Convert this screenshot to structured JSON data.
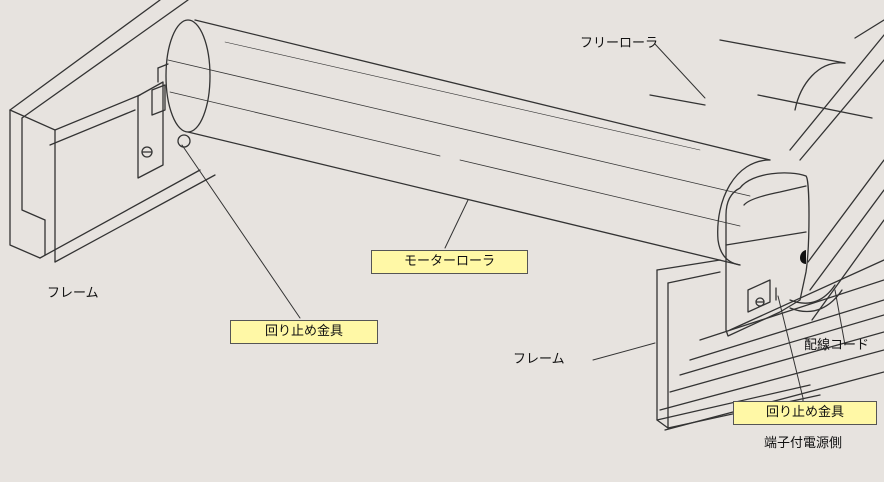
{
  "labels": {
    "free_roller": "フリーローラ",
    "frame_left": "フレーム",
    "frame_right": "フレーム",
    "wiring_cord": "配線コード",
    "terminal_side": "端子付電源側"
  },
  "callouts": {
    "motor_roller": "モーターローラ",
    "stopper_left": "回り止め金具",
    "stopper_right": "回り止め金具"
  },
  "colors": {
    "background": "#e7e3df",
    "callout_fill": "#fff8a6",
    "line": "#333333"
  }
}
